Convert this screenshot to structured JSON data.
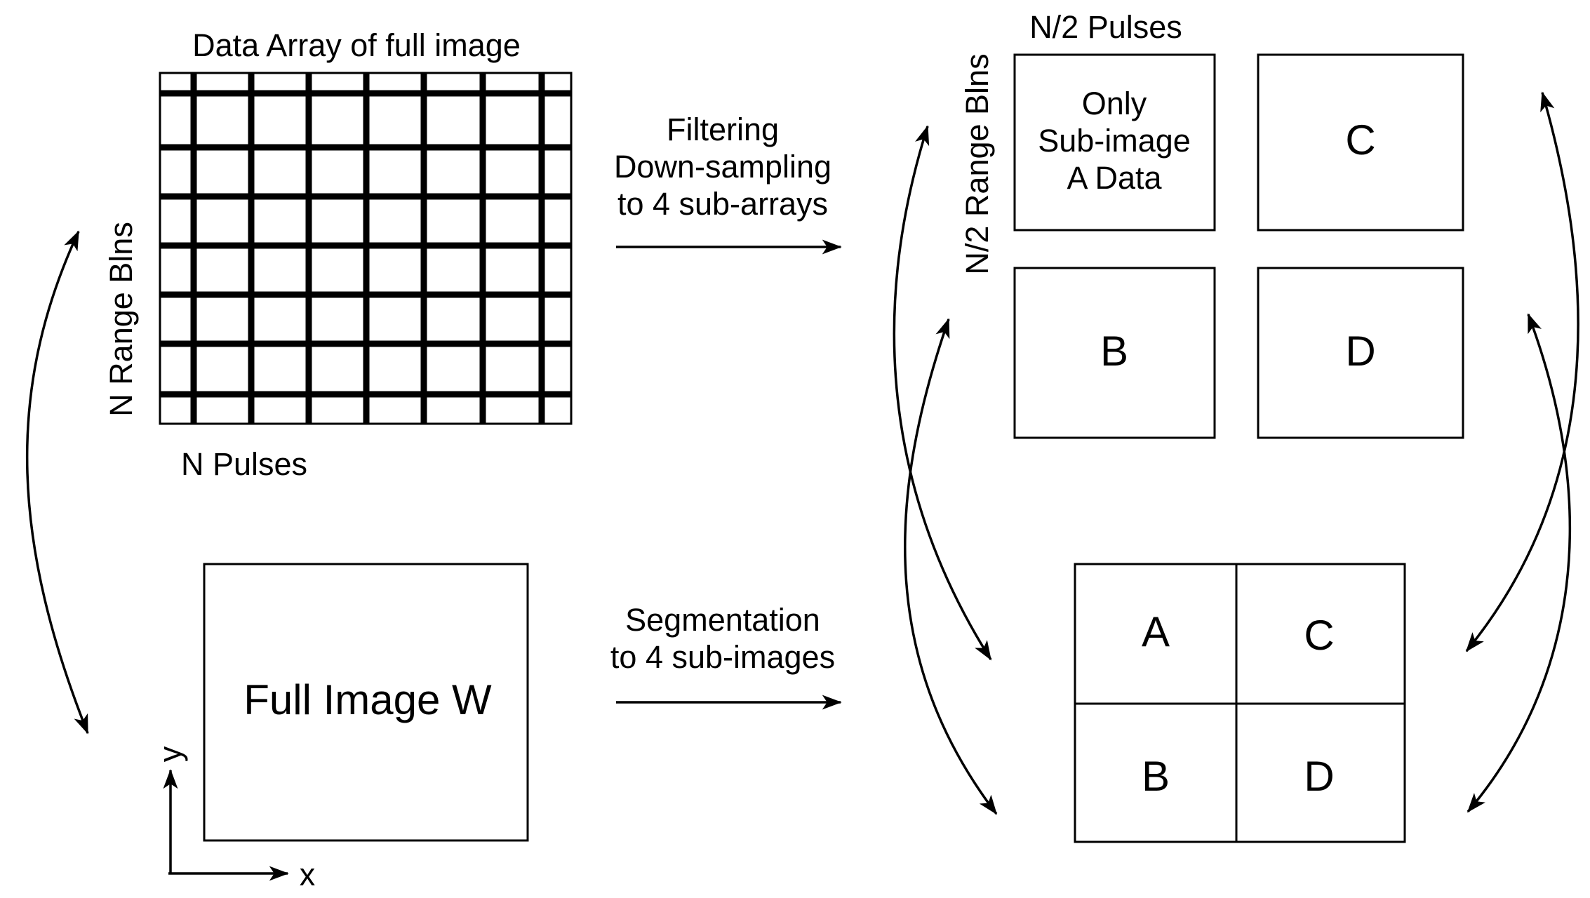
{
  "data_array": {
    "title": "Data Array of full image",
    "xlabel": "N Pulses",
    "ylabel": "N Range Blns"
  },
  "step1": {
    "lines": [
      "Filtering",
      "Down-sampling",
      "to 4 sub-arrays"
    ]
  },
  "sub_arrays": {
    "xlabel": "N/2 Pulses",
    "ylabel": "N/2 Range Blns",
    "a_lines": [
      "Only",
      "Sub-image",
      "A Data"
    ],
    "b": "B",
    "c": "C",
    "d": "D"
  },
  "full_image": {
    "label": "Full Image W",
    "axis_x": "x",
    "axis_y": "y"
  },
  "step2": {
    "lines": [
      "Segmentation",
      "to 4 sub-images"
    ]
  },
  "sub_images": {
    "a": "A",
    "b": "B",
    "c": "C",
    "d": "D"
  }
}
